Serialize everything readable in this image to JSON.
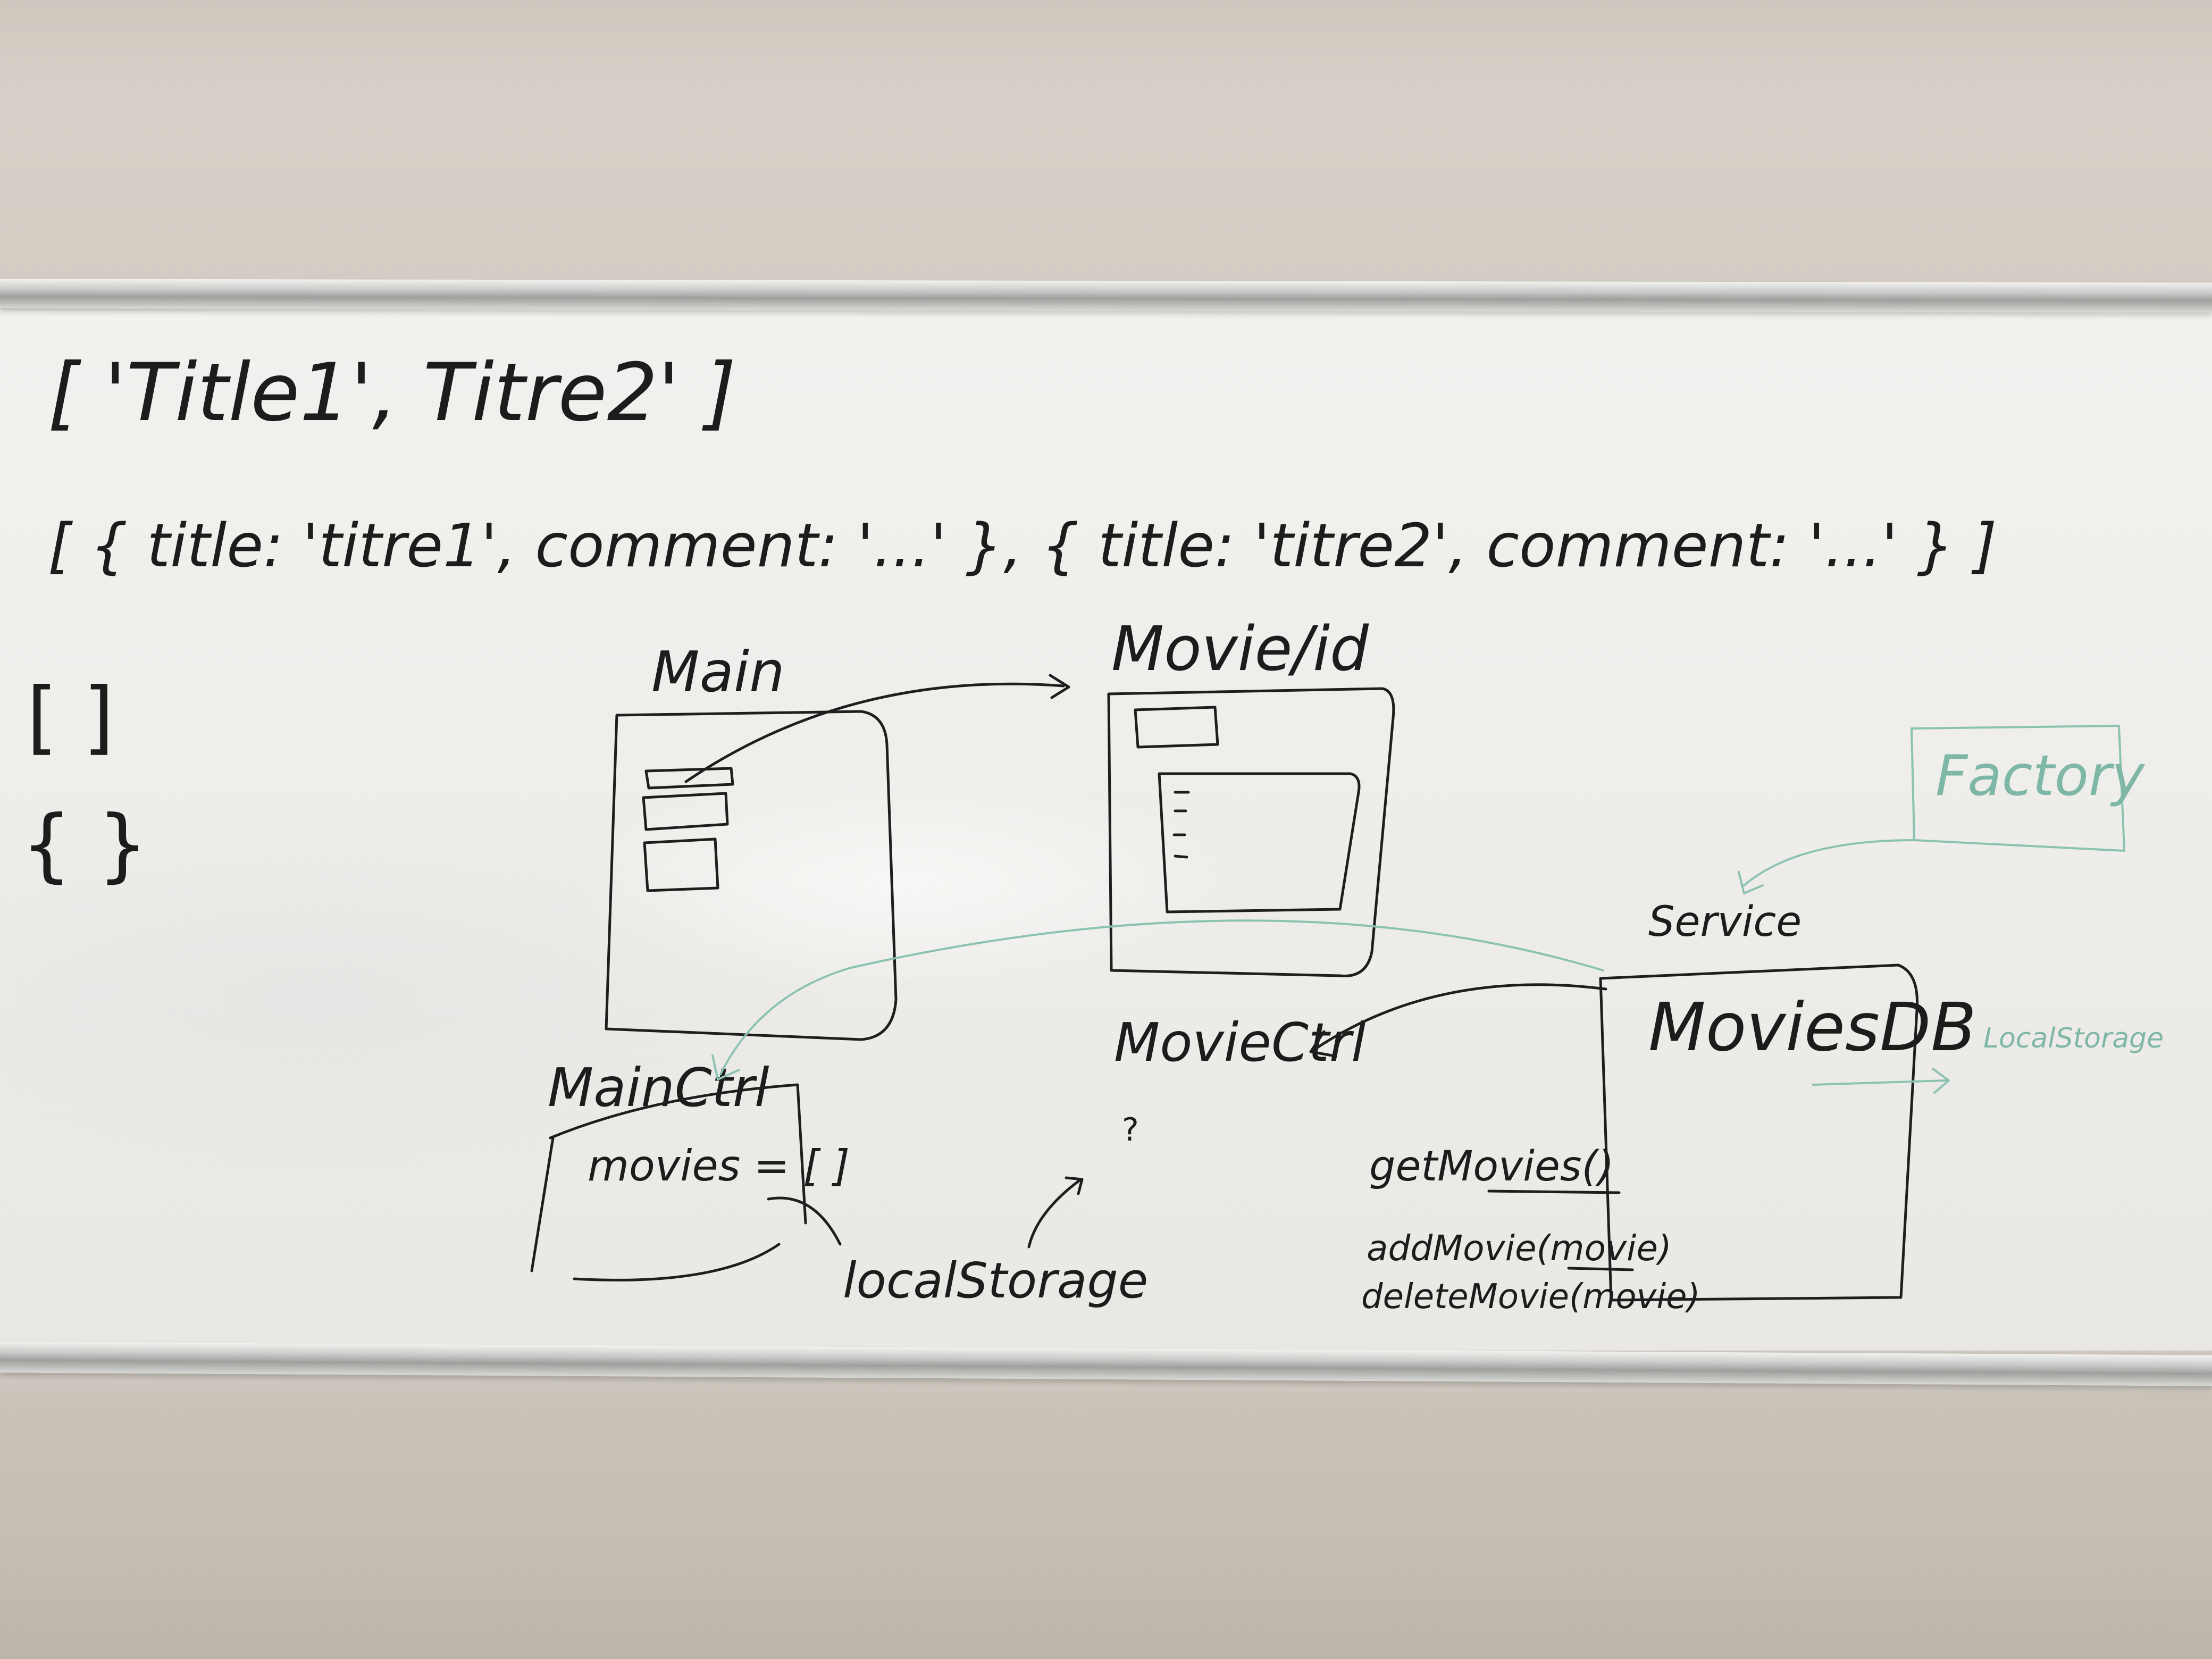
{
  "board": {
    "line1": "[ 'Title1', Titre2' ]",
    "line2": "[ { title: 'titre1', comment: '...' }, { title: 'titre2', comment: '...' } ]",
    "array_brackets": "[ ]",
    "object_braces": "{ }",
    "main_label": "Main",
    "movie_label": "Movie/id",
    "main_ctrl_label": "MainCtrl",
    "movies_assignment": "movies = [ ]",
    "local_storage_label": "localStorage",
    "movie_ctrl_label": "MovieCtrl",
    "question_mark": "?",
    "service_label": "Service",
    "movies_db_label": "MoviesDB",
    "methods": [
      "getMovies()",
      "addMovie(movie)",
      "deleteMovie(movie)"
    ],
    "factory_label": "Factory",
    "local_storage_green": "LocalStorage"
  },
  "colors": {
    "ink": "#1c1c1c",
    "green_marker": "#7fb7a6",
    "board": "#efeeeb",
    "wall": "#cfc8bf"
  }
}
